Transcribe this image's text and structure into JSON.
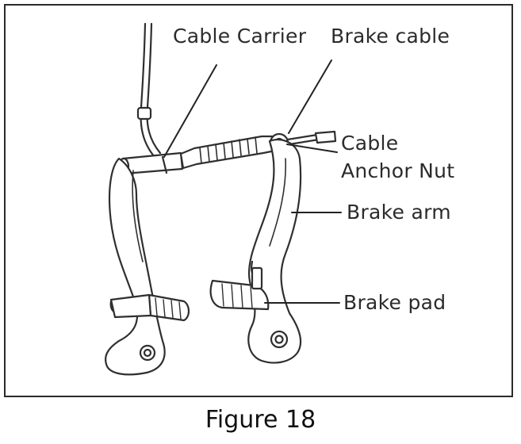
{
  "diagram": {
    "labels": {
      "cable_carrier": "Cable Carrier",
      "brake_cable": "Brake cable",
      "cable_anchor_nut_line1": "Cable",
      "cable_anchor_nut_line2": "Anchor Nut",
      "brake_arm": "Brake arm",
      "brake_pad": "Brake pad"
    }
  },
  "caption": "Figure 18"
}
